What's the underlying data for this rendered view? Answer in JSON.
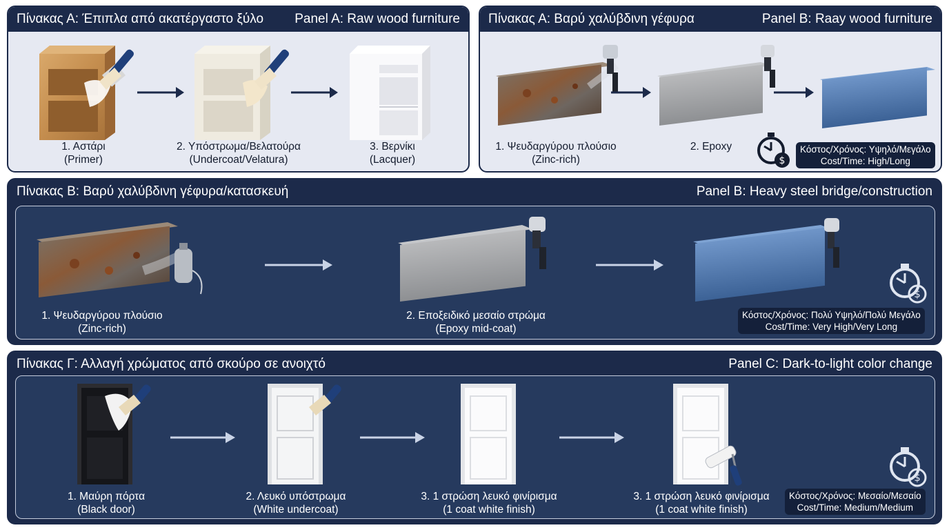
{
  "panel_a1": {
    "title_gr": "Πίνακας Α: Έπιπλα από ακατέργαστο ξύλο",
    "title_en": "Panel A: Raw wood furniture",
    "steps": [
      {
        "gr": "1. Αστάρι",
        "en": "(Primer)"
      },
      {
        "gr": "2. Υπόστρωμα/Βελατούρα",
        "en": "(Undercoat/Velatura)"
      },
      {
        "gr": "3. Βερνίκι",
        "en": "(Lacquer)"
      }
    ]
  },
  "panel_a2": {
    "title_gr": "Πίνακας Α: Βαρύ χαλύβδινη γέφυρα",
    "title_en": "Panel B: Raay wood furniture",
    "steps": [
      {
        "gr": "1. Ψευδαργύρου πλούσιο",
        "en": "(Zinc-rich)"
      },
      {
        "gr": "2. Epoxy",
        "en": ""
      }
    ],
    "cost_gr": "Κόστος/Χρόνος: Υψηλό/Μεγάλο",
    "cost_en": "Cost/Time: High/Long"
  },
  "panel_b": {
    "title_gr": "Πίνακας Β: Βαρύ χαλύβδινη γέφυρα/κατασκευή",
    "title_en": "Panel B: Heavy steel bridge/construction",
    "steps": [
      {
        "gr": "1. Ψευδαργύρου πλούσιο",
        "en": "(Zinc-rich)"
      },
      {
        "gr": "2. Εποξειδικό μεσαίο στρώμα",
        "en": "(Epoxy mid-coat)"
      }
    ],
    "cost_gr": "Κόστος/Χρόνος: Πολύ Υψηλό/Πολύ Μεγάλο",
    "cost_en": "Cost/Time: Very High/Very Long"
  },
  "panel_c": {
    "title_gr": "Πίνακας Γ: Αλλαγή χρώματος από σκούρο σε ανοιχτό",
    "title_en": "Panel C: Dark-to-light color change",
    "steps": [
      {
        "gr": "1. Μαύρη πόρτα",
        "en": "(Black door)"
      },
      {
        "gr": "2. Λευκό υπόστρωμα",
        "en": "(White undercoat)"
      },
      {
        "gr": "3. 1 στρώση λευκό φινίρισμα",
        "en": "(1 coat white finish)"
      },
      {
        "gr": "3. 1 στρώση λευκό φινίρισμα",
        "en": "(1 coat white finish)"
      }
    ],
    "cost_gr": "Κόστος/Χρόνος: Μεσαίο/Μεσαίο",
    "cost_en": "Cost/Time: Medium/Medium"
  },
  "icons": [
    "paintbrush-icon",
    "spray-gun-icon",
    "paint-roller-icon",
    "stopwatch-cost-icon",
    "arrow-right-icon"
  ],
  "colors": {
    "navy": "#1c2a4a",
    "light_panel": "#e6e9f2",
    "steel_blue": "#4a74a8"
  }
}
